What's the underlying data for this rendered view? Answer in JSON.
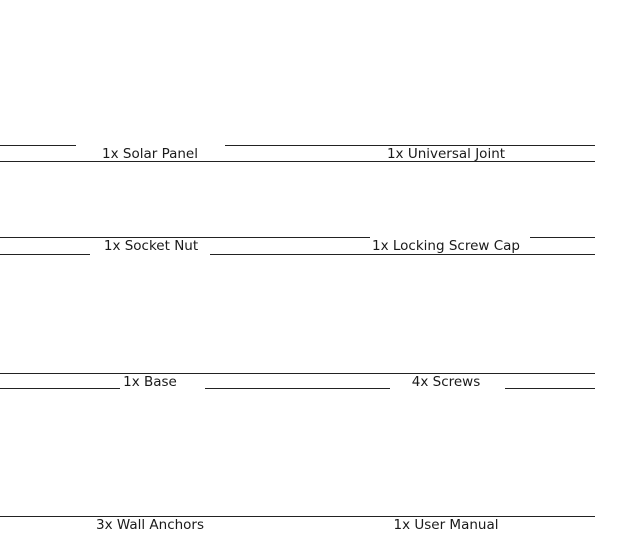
{
  "items": [
    {
      "label": "1x Solar Panel",
      "icon": "solar-panel-icon"
    },
    {
      "label": "1x Universal Joint",
      "icon": "universal-joint-icon"
    },
    {
      "label": "1x Socket Nut",
      "icon": "socket-nut-icon"
    },
    {
      "label": "1x Locking Screw Cap",
      "icon": "locking-screw-cap-icon"
    },
    {
      "label": "1x Base",
      "icon": "base-icon"
    },
    {
      "label": "4x Screws",
      "icon": "screws-icon"
    },
    {
      "label": "3x Wall Anchors",
      "icon": "wall-anchors-icon"
    },
    {
      "label": "1x User Manual",
      "icon": "user-manual-icon"
    }
  ]
}
